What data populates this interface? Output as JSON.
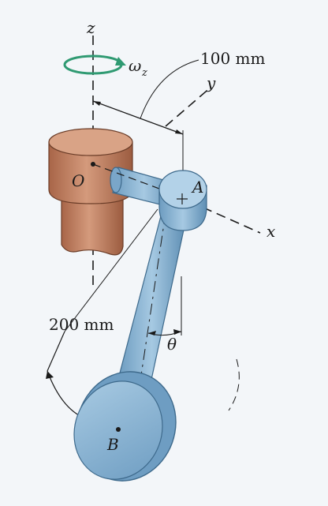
{
  "labels": {
    "z_axis": "z",
    "omega": "ω",
    "omega_sub": "z",
    "dim_upper": "100 mm",
    "y_axis": "y",
    "x_axis": "x",
    "point_o": "O",
    "point_a": "A",
    "point_b": "B",
    "dim_lower": "200 mm",
    "angle": "θ"
  },
  "colors": {
    "hub": "#c98a6b",
    "hub_shade": "#a86548",
    "arm": "#8fb8d6",
    "arm_shade": "#5f8fb4",
    "rotation_arrow": "#2f9a72",
    "ink": "#1a1a1a",
    "background": "#ffffff",
    "page_tint": "#eef3f7"
  }
}
